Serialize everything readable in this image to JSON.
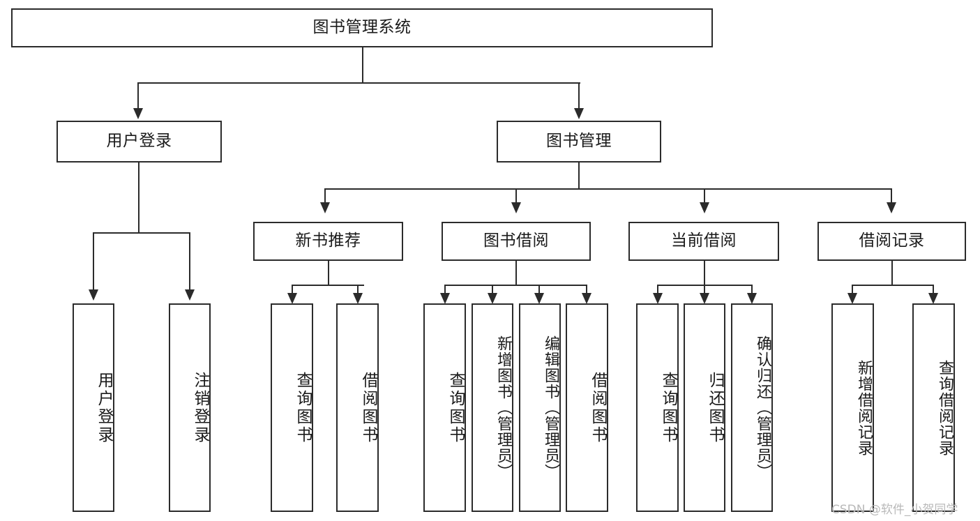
{
  "diagram": {
    "title": "图书管理系统",
    "watermark": "CSDN @软件_小贺同学",
    "accent_color": "#2b2b2b",
    "background_color": "#ffffff",
    "nodes": {
      "root": {
        "label": "图书管理系统"
      },
      "user_login": {
        "label": "用户登录"
      },
      "book_manage": {
        "label": "图书管理"
      },
      "new_book_rec": {
        "label": "新书推荐"
      },
      "book_borrow": {
        "label": "图书借阅"
      },
      "current_borrow": {
        "label": "当前借阅"
      },
      "borrow_record": {
        "label": "借阅记录"
      },
      "leaf_user_login": {
        "label": "用户登录"
      },
      "leaf_user_logout": {
        "label": "注销登录"
      },
      "leaf_rec_query": {
        "label": "查询图书"
      },
      "leaf_rec_borrow": {
        "label": "借阅图书"
      },
      "leaf_borrow_query": {
        "label": "查询图书"
      },
      "leaf_borrow_add": {
        "label": "新增图书（管理员）"
      },
      "leaf_borrow_edit": {
        "label": "编辑图书（管理员）"
      },
      "leaf_borrow_lend": {
        "label": "借阅图书"
      },
      "leaf_cur_query": {
        "label": "查询图书"
      },
      "leaf_cur_return": {
        "label": "归还图书"
      },
      "leaf_cur_confirm": {
        "label": "确认归还（管理员）"
      },
      "leaf_rec_add": {
        "label": "新增借阅记录"
      },
      "leaf_rec_query_record": {
        "label": "查询借阅记录"
      }
    }
  },
  "chart_data": {
    "type": "diagram",
    "subtype": "tree",
    "title": "图书管理系统",
    "orientation": "top-down",
    "levels": 4,
    "tree": {
      "name": "图书管理系统",
      "children": [
        {
          "name": "用户登录",
          "children": [
            {
              "name": "用户登录"
            },
            {
              "name": "注销登录"
            }
          ]
        },
        {
          "name": "图书管理",
          "children": [
            {
              "name": "新书推荐",
              "children": [
                {
                  "name": "查询图书"
                },
                {
                  "name": "借阅图书"
                }
              ]
            },
            {
              "name": "图书借阅",
              "children": [
                {
                  "name": "查询图书"
                },
                {
                  "name": "新增图书（管理员）"
                },
                {
                  "name": "编辑图书（管理员）"
                },
                {
                  "name": "借阅图书"
                }
              ]
            },
            {
              "name": "当前借阅",
              "children": [
                {
                  "name": "查询图书"
                },
                {
                  "name": "归还图书"
                },
                {
                  "name": "确认归还（管理员）"
                }
              ]
            },
            {
              "name": "借阅记录",
              "children": [
                {
                  "name": "新增借阅记录"
                },
                {
                  "name": "查询借阅记录"
                }
              ]
            }
          ]
        }
      ]
    }
  }
}
